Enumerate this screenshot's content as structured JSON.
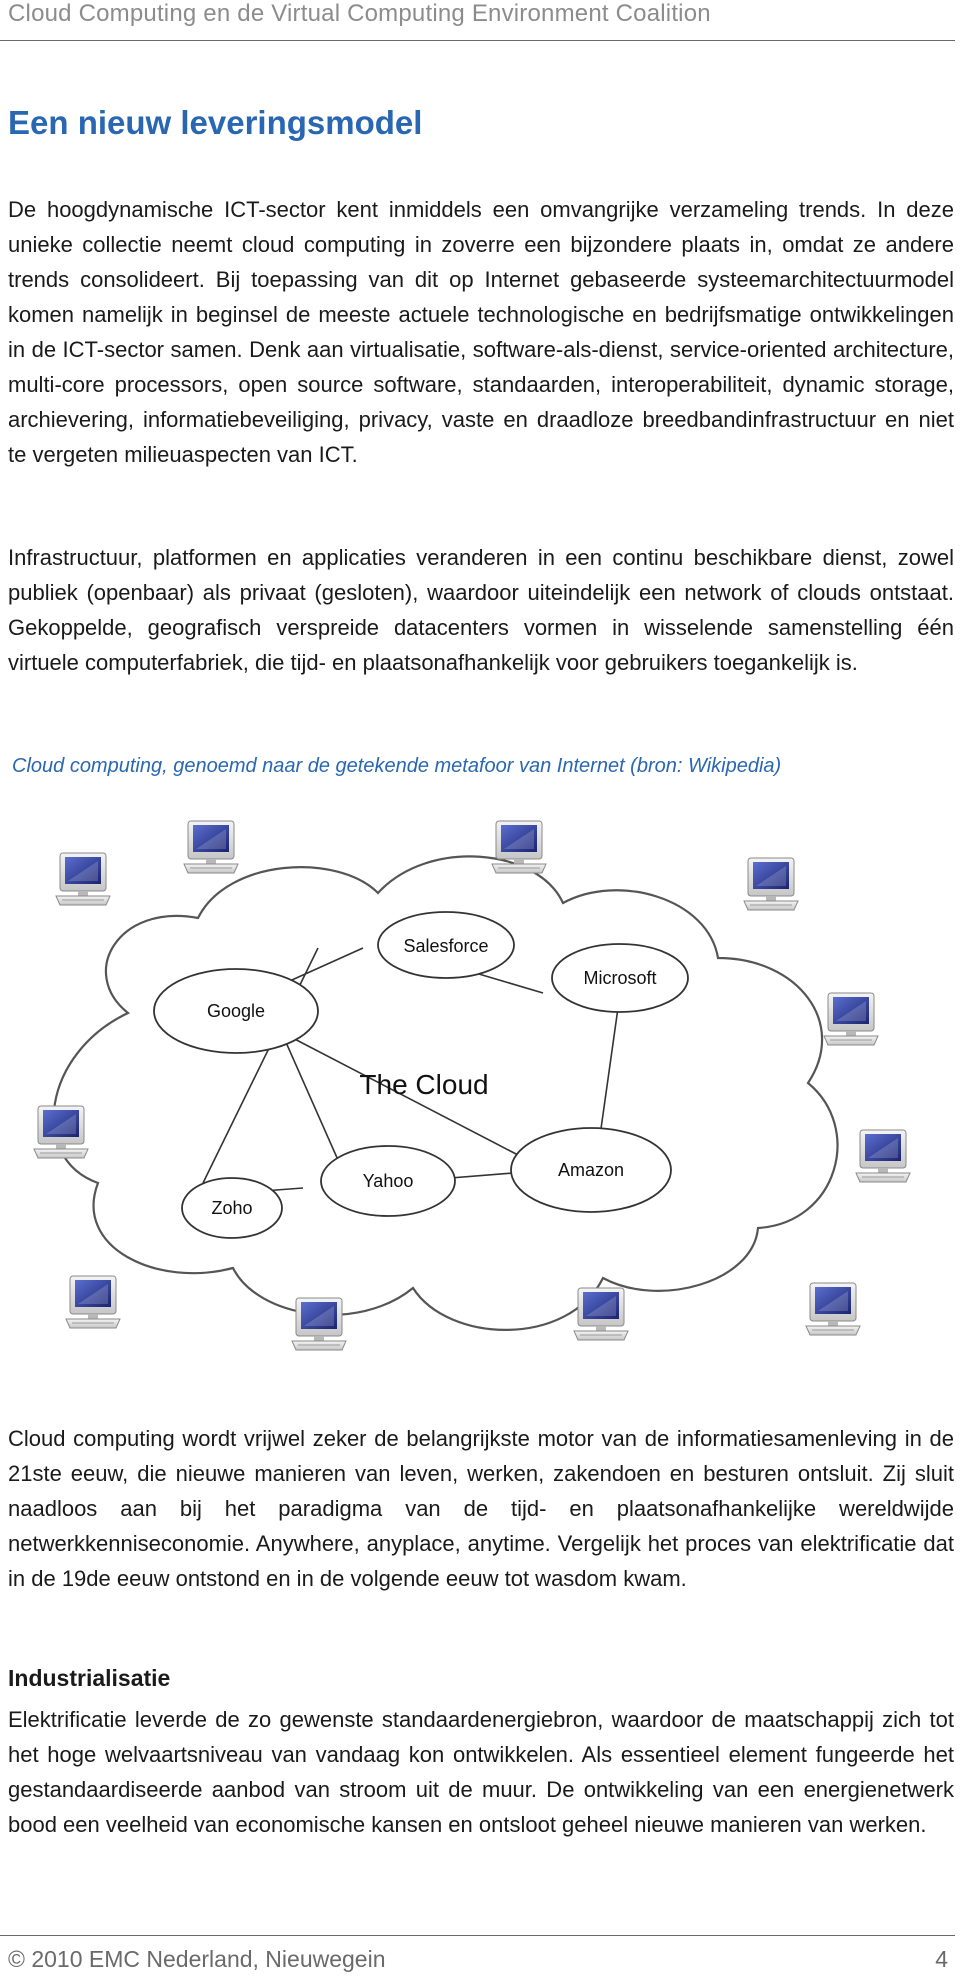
{
  "header": {
    "running_title": "Cloud Computing en de Virtual Computing Environment Coalition"
  },
  "section": {
    "title": "Een nieuw leveringsmodel"
  },
  "paragraphs": [
    "De hoogdynamische ICT-sector kent inmiddels een omvangrijke verzameling trends. In deze unieke collectie neemt cloud computing in zoverre een bijzondere plaats in, omdat ze andere trends consolideert. Bij toepassing van dit op Internet gebaseerde systeemarchitectuurmodel komen namelijk in beginsel de meeste actuele technologische en bedrijfsmatige ontwikkelingen in de ICT-sector samen. Denk aan virtualisatie, software-als-dienst, service-oriented architecture, multi-core processors, open source software, standaarden, interoperabiliteit, dynamic storage, archievering, informatiebeveiliging, privacy, vaste en draadloze breedbandinfrastructuur en niet te vergeten milieuaspecten van ICT.",
    "Infrastructuur, platformen en applicaties veranderen in een continu beschikbare dienst, zowel publiek (openbaar) als privaat (gesloten), waardoor uiteindelijk een network of clouds ontstaat. Gekoppelde, geografisch verspreide datacenters vormen in wisselende samenstelling één virtuele computerfabriek, die tijd- en plaatsonafhankelijk voor gebruikers toegankelijk is.",
    "Cloud computing wordt vrijwel zeker de belangrijkste motor van de informatiesamenleving in de 21ste eeuw, die nieuwe manieren van leven, werken, zakendoen en besturen ontsluit. Zij sluit naadloos aan bij het paradigma van de tijd- en plaatsonafhankelijke wereldwijde netwerkkenniseconomie. Anywhere, anyplace, anytime. Vergelijk het proces van elektrificatie dat in de 19de eeuw ontstond en in de volgende eeuw tot wasdom kwam.",
    "Elektrificatie leverde de zo gewenste standaardenergiebron, waardoor de maatschappij zich tot het hoge welvaartsniveau van vandaag kon ontwikkelen. Als essentieel element fungeerde het gestandaardiseerde aanbod van stroom uit de muur. De ontwikkeling van een energienetwerk bood een veelheid van economische kansen en ontsloot geheel nieuwe manieren van werken."
  ],
  "subheading": "Industrialisatie",
  "figure": {
    "caption": "Cloud computing, genoemd naar de getekende metafoor van Internet (bron: Wikipedia)",
    "cloud_title": "The Cloud",
    "nodes": [
      "Salesforce",
      "Microsoft",
      "Google",
      "Zoho",
      "Yahoo",
      "Amazon"
    ],
    "computer_count": 11
  },
  "footer": {
    "copyright": "© 2010 EMC Nederland, Nieuwegein",
    "page_number": "4"
  }
}
